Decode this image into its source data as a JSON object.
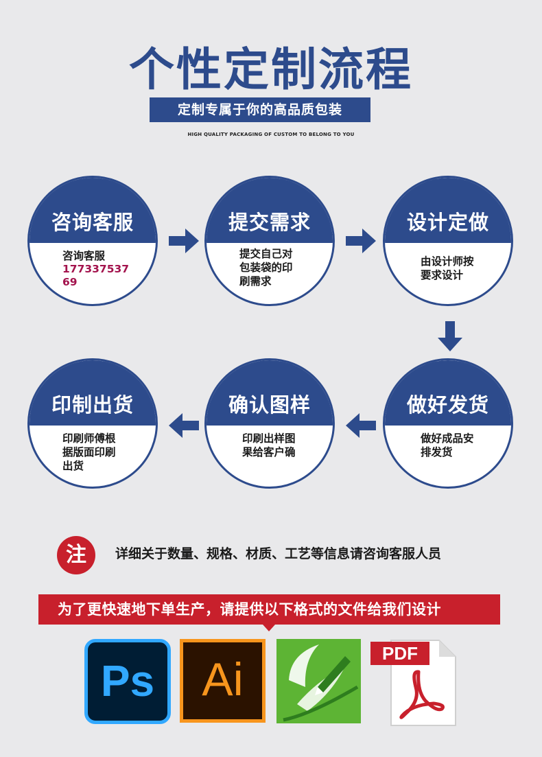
{
  "header": {
    "title": "个性定制流程",
    "subtitle": "定制专属于你的高品质包装",
    "english_subtitle": "HIGH QUALITY PACKAGING OF CUSTOM TO BELONG TO YOU"
  },
  "steps": [
    {
      "title": "咨询客服",
      "lines": [
        "咨询客服"
      ],
      "phone": "17733753769"
    },
    {
      "title": "提交需求",
      "lines": [
        "提交自己对",
        "包装袋的印",
        "刷需求"
      ]
    },
    {
      "title": "设计定做",
      "lines": [
        "由设计师按",
        "要求设计"
      ]
    },
    {
      "title": "做好发货",
      "lines": [
        "做好成品安",
        "排发货"
      ]
    },
    {
      "title": "确认图样",
      "lines": [
        "印刷出样图",
        "果给客户确"
      ]
    },
    {
      "title": "印制出货",
      "lines": [
        "印刷师傅根",
        "据版面印刷",
        "出货"
      ]
    }
  ],
  "note": {
    "badge": "注",
    "text": "详细关于数量、规格、材质、工艺等信息请咨询客服人员"
  },
  "banner": {
    "text": "为了更快速地下单生产，请提供以下格式的文件给我们设计"
  },
  "file_formats": {
    "ps_label": "Ps",
    "ai_label": "Ai",
    "pdf_label": "PDF"
  },
  "colors": {
    "primary_blue": "#2d4b8c",
    "accent_red": "#c8202c",
    "phone_color": "#a3134d",
    "background": "#e9e9eb"
  }
}
